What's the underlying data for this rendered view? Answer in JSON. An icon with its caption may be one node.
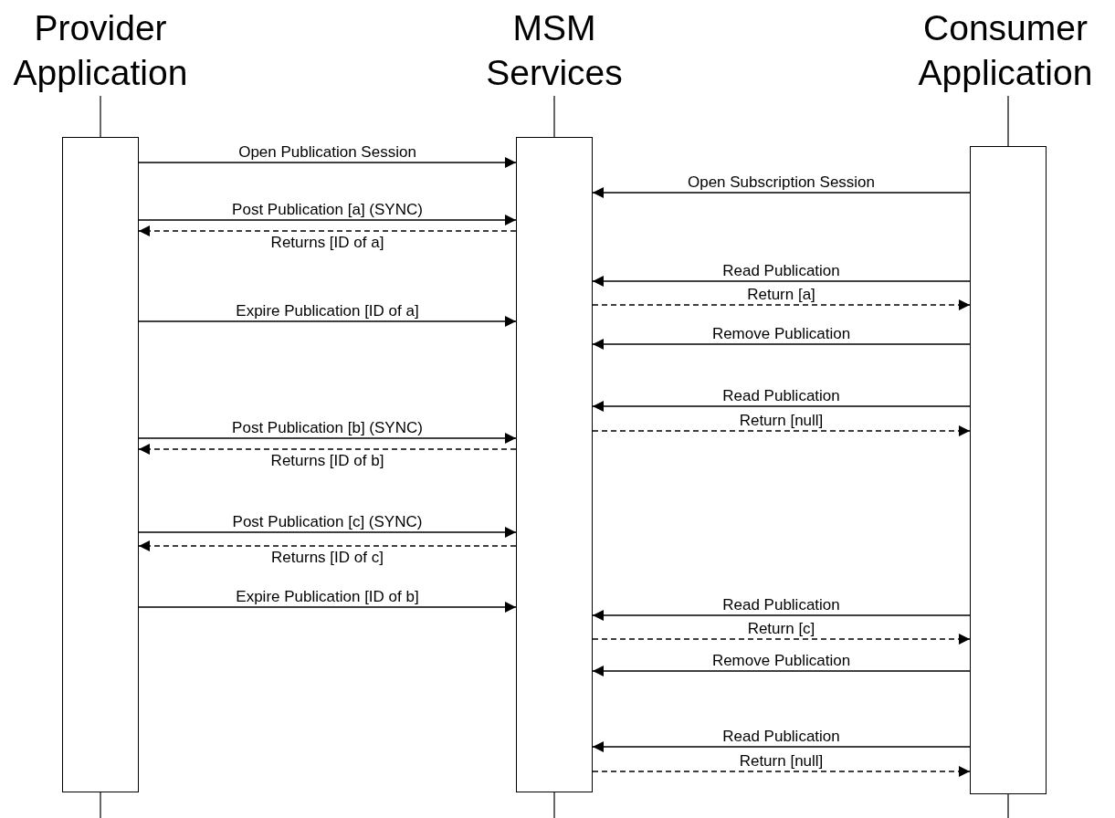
{
  "diagram": {
    "nodes": [
      {
        "text": [
          "Provider Application"
        ]
      },
      {
        "text": [
          "MSM Services"
        ]
      },
      {
        "text": [
          "Consumer Application"
        ]
      }
    ],
    "edges": [
      {
        "from": 0,
        "to": 1,
        "arrow": "to",
        "label": "Open Publication Session"
      },
      {
        "from": 2,
        "to": 1,
        "arrow": "to",
        "label": "Open Subscription Session"
      },
      {
        "from": 0,
        "to": 1,
        "arrow": "to",
        "label": "Post Publication [a] (SYNC)"
      },
      {
        "from": 1,
        "to": 0,
        "arrow": "to",
        "label": "Returns [ID of a]",
        "style": "dashed"
      },
      {
        "from": 2,
        "to": 1,
        "arrow": "to",
        "label": "Read Publication"
      },
      {
        "from": 1,
        "to": 2,
        "arrow": "to",
        "label": "Return [a]",
        "style": "dashed"
      },
      {
        "from": 0,
        "to": 1,
        "arrow": "to",
        "label": "Expire Publication [ID of a]"
      },
      {
        "from": 2,
        "to": 1,
        "arrow": "to",
        "label": "Remove Publication"
      },
      {
        "from": 2,
        "to": 1,
        "arrow": "to",
        "label": "Read Publication"
      },
      {
        "from": 1,
        "to": 2,
        "arrow": "to",
        "label": "Return [null]",
        "style": "dashed"
      },
      {
        "from": 0,
        "to": 1,
        "arrow": "to",
        "label": "Post Publication [b] (SYNC)"
      },
      {
        "from": 1,
        "to": 0,
        "arrow": "to",
        "label": "Returns [ID of b]",
        "style": "dashed"
      },
      {
        "from": 0,
        "to": 1,
        "arrow": "to",
        "label": "Post Publication [c] (SYNC)"
      },
      {
        "from": 1,
        "to": 0,
        "arrow": "to",
        "label": "Returns [ID of c]",
        "style": "dashed"
      },
      {
        "from": 0,
        "to": 1,
        "arrow": "to",
        "label": "Expire Publication [ID of b]"
      },
      {
        "from": 2,
        "to": 1,
        "arrow": "to",
        "label": "Read Publication"
      },
      {
        "from": 1,
        "to": 2,
        "arrow": "to",
        "label": "Return [c]",
        "style": "dashed"
      },
      {
        "from": 2,
        "to": 1,
        "arrow": "to",
        "label": "Remove Publication"
      },
      {
        "from": 2,
        "to": 1,
        "arrow": "to",
        "label": "Read Publication"
      },
      {
        "from": 1,
        "to": 2,
        "arrow": "to",
        "label": "Return [null]",
        "style": "dashed"
      }
    ]
  }
}
